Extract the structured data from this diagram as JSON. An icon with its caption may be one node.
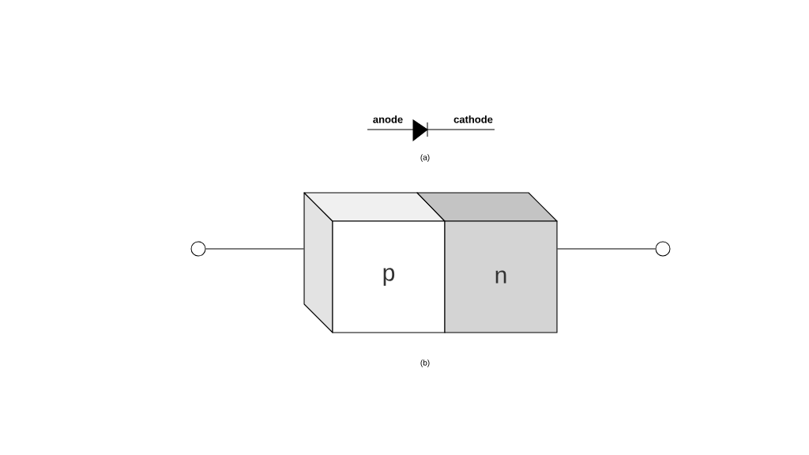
{
  "diagram": {
    "nodes": [
      {
        "text": [],
        "shape": "circle"
      },
      {
        "text": [
          "p"
        ]
      },
      {
        "text": [
          "n"
        ]
      },
      {
        "text": [],
        "shape": "circle"
      }
    ],
    "edges": [
      {
        "from": 0,
        "to": 1,
        "arrow": "none"
      },
      {
        "from": 2,
        "to": 3,
        "arrow": "none"
      }
    ],
    "labels": [
      "anode",
      "cathode",
      "(a)",
      "(b)"
    ]
  }
}
